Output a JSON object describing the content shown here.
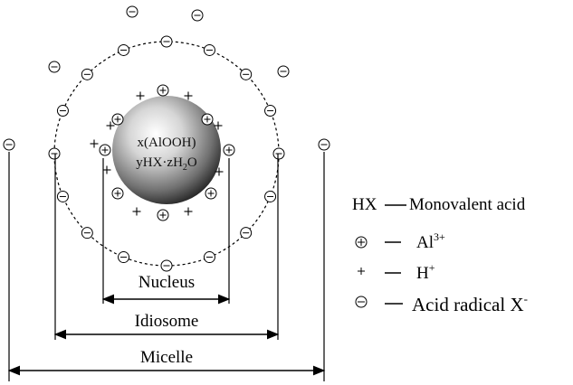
{
  "core": {
    "line1": "x(AlOOH)",
    "line2_a": "yHX·zH",
    "line2_sub": "2",
    "line2_b": "O"
  },
  "dimensions": {
    "nucleus": "Nucleus",
    "idiosome": "Idiosome",
    "micelle": "Micelle"
  },
  "legend": {
    "hx_label": "HX",
    "hx_desc": "Monovalent acid",
    "al_label": "Al",
    "al_sup": "3+",
    "h_label": "H",
    "h_sup": "+",
    "acid_label": "Acid radical X",
    "acid_sup": "-"
  },
  "colors": {
    "ink": "#000000",
    "sphere_light": "#ffffff",
    "sphere_dark": "#2a2a2a"
  },
  "icons": [
    "circled-plus-icon",
    "plus-icon",
    "circled-minus-icon"
  ]
}
